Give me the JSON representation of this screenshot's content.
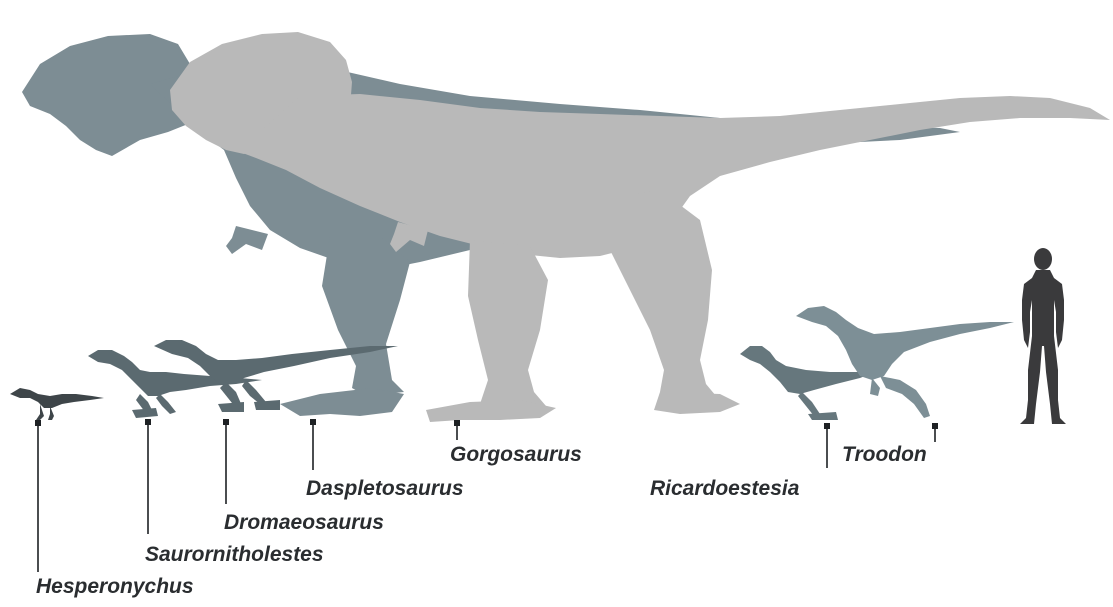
{
  "colors": {
    "background": "#ffffff",
    "daspletosaurus": "#7d8d94",
    "gorgosaurus": "#b9b9b9",
    "small_dromaeosaurid": "#5b6a70",
    "human": "#3a3a3c",
    "label_text": "#2a2d30"
  },
  "icons": {
    "daspletosaurus": "tyrannosaur-silhouette-icon",
    "gorgosaurus": "tyrannosaur-silhouette-icon",
    "hesperonychus": "raptor-silhouette-icon",
    "saurornitholestes": "raptor-silhouette-icon",
    "dromaeosaurus": "raptor-silhouette-icon",
    "ricardoestesia": "raptor-silhouette-icon",
    "troodon": "raptor-silhouette-icon",
    "human": "human-silhouette-icon"
  },
  "species": [
    {
      "key": "hesperonychus",
      "name": "Hesperonychus"
    },
    {
      "key": "saurornitholestes",
      "name": "Saurornitholestes"
    },
    {
      "key": "dromaeosaurus",
      "name": "Dromaeosaurus"
    },
    {
      "key": "daspletosaurus",
      "name": "Daspletosaurus"
    },
    {
      "key": "gorgosaurus",
      "name": "Gorgosaurus"
    },
    {
      "key": "ricardoestesia",
      "name": "Ricardoestesia"
    },
    {
      "key": "troodon",
      "name": "Troodon"
    }
  ]
}
